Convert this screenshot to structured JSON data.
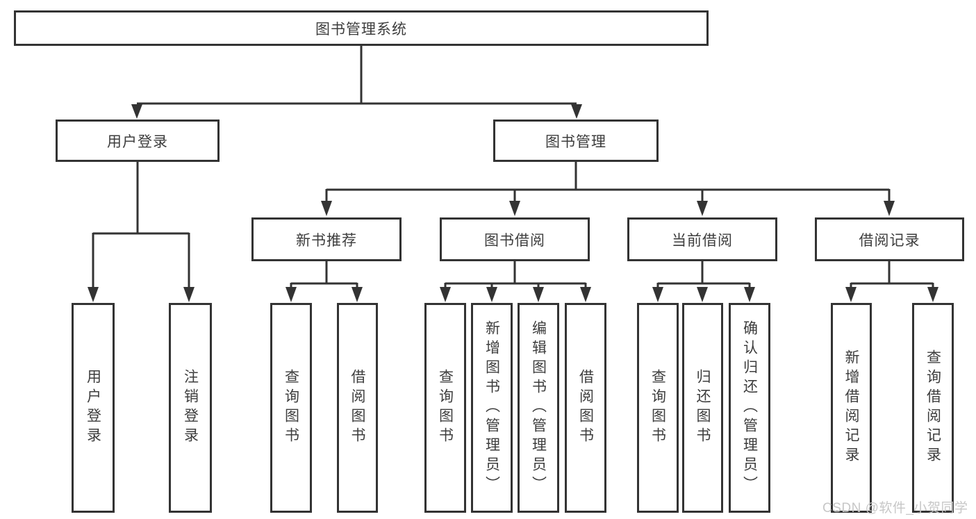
{
  "diagram_title": "图书管理系统",
  "nodes": {
    "root": {
      "label": "图书管理系统"
    },
    "user_login": {
      "label": "用户登录"
    },
    "book_mgmt": {
      "label": "图书管理"
    },
    "new_book_rec": {
      "label": "新书推荐"
    },
    "book_borrowing": {
      "label": "图书借阅"
    },
    "current_borrowing": {
      "label": "当前借阅"
    },
    "borrowing_records": {
      "label": "借阅记录"
    },
    "ul_user_login": {
      "label": "用户登录"
    },
    "ul_logout": {
      "label": "注销登录"
    },
    "nb_query_books": {
      "label": "查询图书"
    },
    "nb_borrow_books": {
      "label": "借阅图书"
    },
    "bb_query_books": {
      "label": "查询图书"
    },
    "bb_add_books": {
      "label": "新增图书（管理员）"
    },
    "bb_edit_books": {
      "label": "编辑图书（管理员）"
    },
    "bb_borrow_books": {
      "label": "借阅图书"
    },
    "cb_query_books": {
      "label": "查询图书"
    },
    "cb_return_books": {
      "label": "归还图书"
    },
    "cb_confirm_return": {
      "label": "确认归还（管理员）"
    },
    "br_add_record": {
      "label": "新增借阅记录"
    },
    "br_query_record": {
      "label": "查询借阅记录"
    }
  },
  "hierarchy": {
    "图书管理系统": [
      "用户登录",
      "图书管理"
    ],
    "用户登录": [
      "用户登录",
      "注销登录"
    ],
    "图书管理": [
      "新书推荐",
      "图书借阅",
      "当前借阅",
      "借阅记录"
    ],
    "新书推荐": [
      "查询图书",
      "借阅图书"
    ],
    "图书借阅": [
      "查询图书",
      "新增图书（管理员）",
      "编辑图书（管理员）",
      "借阅图书"
    ],
    "当前借阅": [
      "查询图书",
      "归还图书",
      "确认归还（管理员）"
    ],
    "借阅记录": [
      "新增借阅记录",
      "查询借阅记录"
    ]
  },
  "watermark": {
    "text": "CSDN @软件_小贺同学"
  },
  "colors": {
    "line": "#333333",
    "text": "#3d3d3d",
    "box_background": "#ffffff",
    "watermark": "#c7c7c7"
  }
}
